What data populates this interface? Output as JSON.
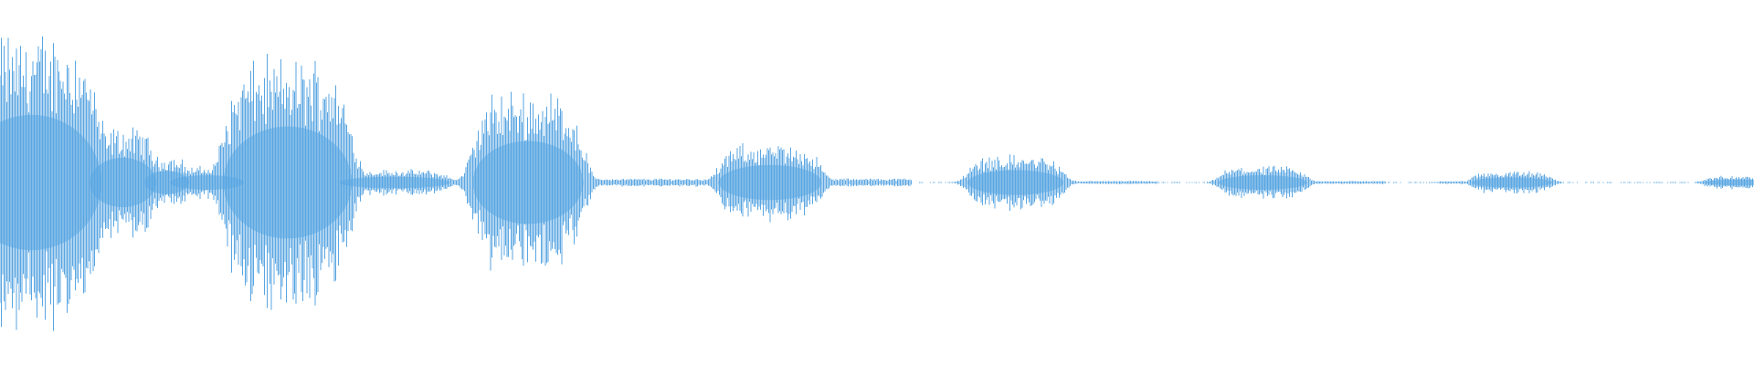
{
  "waveform": {
    "color": "#5aa6e2",
    "background": "#ffffff",
    "bursts": [
      {
        "amplitude": 0.93,
        "center": 0.018
      },
      {
        "amplitude": 0.34,
        "center": 0.07
      },
      {
        "amplitude": 0.16,
        "center": 0.095
      },
      {
        "amplitude": 0.1,
        "center": 0.118
      },
      {
        "amplitude": 0.77,
        "center": 0.164
      },
      {
        "amplitude": 0.08,
        "center": 0.225
      },
      {
        "amplitude": 0.57,
        "center": 0.301
      },
      {
        "amplitude": 0.24,
        "center": 0.439
      },
      {
        "amplitude": 0.17,
        "center": 0.579
      },
      {
        "amplitude": 0.1,
        "center": 0.72
      },
      {
        "amplitude": 0.07,
        "center": 0.862
      },
      {
        "amplitude": 0.04,
        "center": 0.992
      }
    ],
    "noise_floor": 0.01
  }
}
